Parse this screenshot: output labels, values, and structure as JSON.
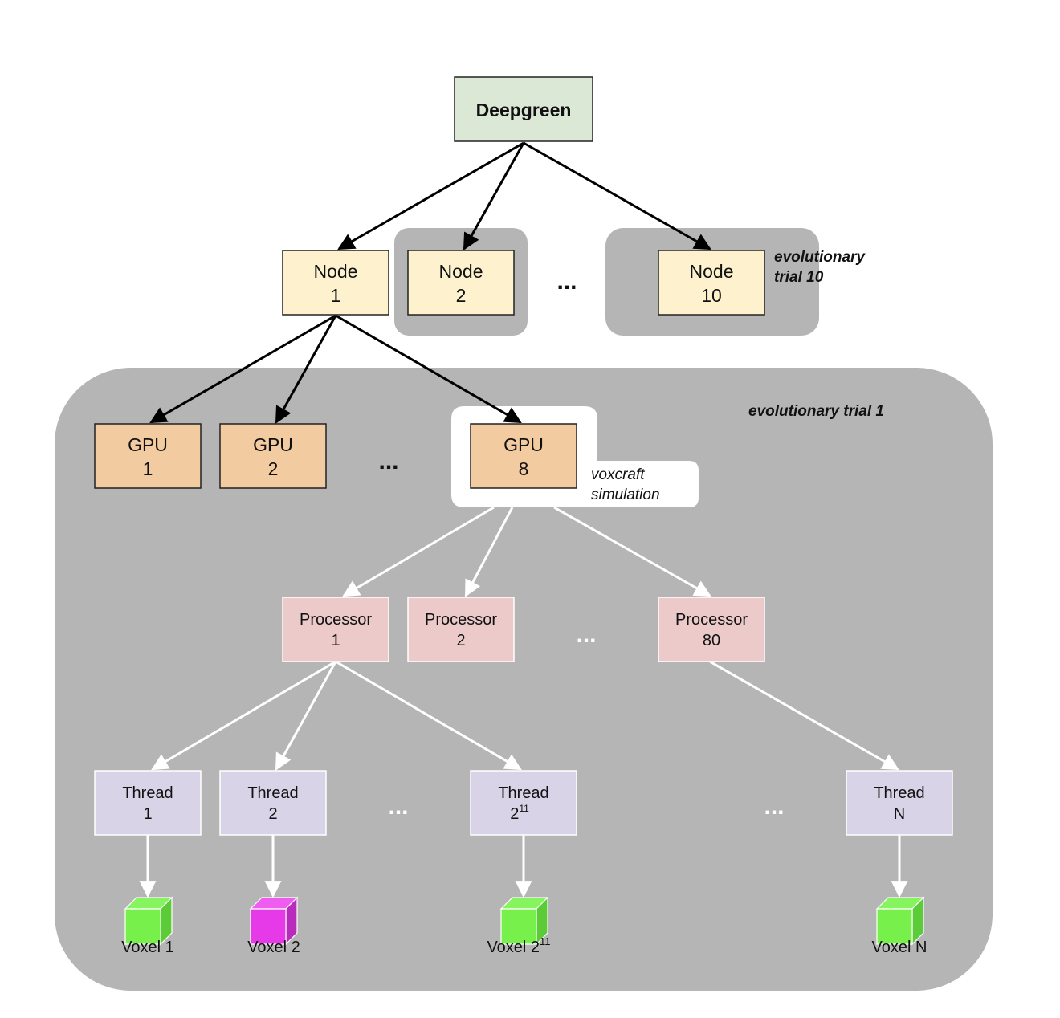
{
  "colors": {
    "root_fill": "#dbe8d5",
    "node_fill": "#fdf2cd",
    "gpu_fill": "#f2cba0",
    "processor_fill": "#eccaca",
    "thread_fill": "#d8d3e6",
    "group_gray": "#b5b5b5",
    "voxel_green": "#78f04c",
    "voxel_magenta": "#e63ae8"
  },
  "root": {
    "label": "Deepgreen"
  },
  "nodes": [
    {
      "line1": "Node",
      "line2": "1"
    },
    {
      "line1": "Node",
      "line2": "2"
    },
    {
      "line1": "Node",
      "line2": "10"
    }
  ],
  "node_ellipsis": "...",
  "trial10_label": {
    "line1": "evolutionary",
    "line2": "trial 10"
  },
  "trial1_label": "evolutionary trial 1",
  "gpus": [
    {
      "line1": "GPU",
      "line2": "1"
    },
    {
      "line1": "GPU",
      "line2": "2"
    },
    {
      "line1": "GPU",
      "line2": "8"
    }
  ],
  "gpu_ellipsis": "...",
  "sim_label": {
    "line1": "voxcraft",
    "line2": "simulation"
  },
  "processors": [
    {
      "line1": "Processor",
      "line2": "1"
    },
    {
      "line1": "Processor",
      "line2": "2"
    },
    {
      "line1": "Processor",
      "line2": "80"
    }
  ],
  "processor_ellipsis": "...",
  "threads": [
    {
      "line1": "Thread",
      "line2": "1",
      "sup": ""
    },
    {
      "line1": "Thread",
      "line2": "2",
      "sup": ""
    },
    {
      "line1": "Thread",
      "line2": "2",
      "sup": "11"
    },
    {
      "line1": "Thread",
      "line2": "N",
      "sup": ""
    }
  ],
  "thread_ellipsis": [
    "...",
    "..."
  ],
  "voxels": [
    {
      "label": "Voxel 1",
      "sup": "",
      "color": "green"
    },
    {
      "label": "Voxel 2",
      "sup": "",
      "color": "magenta"
    },
    {
      "label": "Voxel 2",
      "sup": "11",
      "color": "green"
    },
    {
      "label": "Voxel N",
      "sup": "",
      "color": "green"
    }
  ]
}
